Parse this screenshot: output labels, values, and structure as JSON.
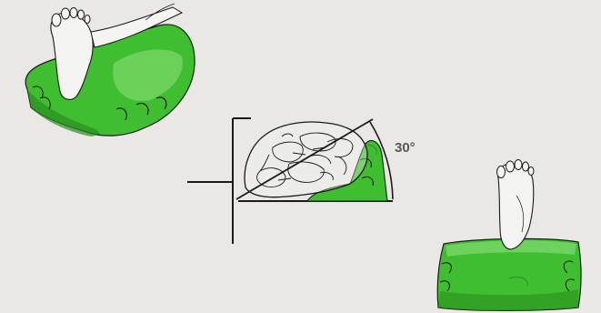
{
  "angle": {
    "label": "30°",
    "degrees": 30
  },
  "colors": {
    "background": "#e9e8e4",
    "cushion_green": "#3fbf2f",
    "cushion_green_dark": "#2a8f1f",
    "cushion_green_light": "#8fe080",
    "skin": "#f4f4f2",
    "line": "#1a1a1a",
    "label_gray": "#555555"
  },
  "illustrations": [
    {
      "id": "foot-on-wedge-cushion",
      "description_icon": "cushion-angled"
    },
    {
      "id": "foot-cross-section-angle",
      "description_icon": "cross-section"
    },
    {
      "id": "foot-on-flat-cushion",
      "description_icon": "cushion-flat"
    }
  ]
}
